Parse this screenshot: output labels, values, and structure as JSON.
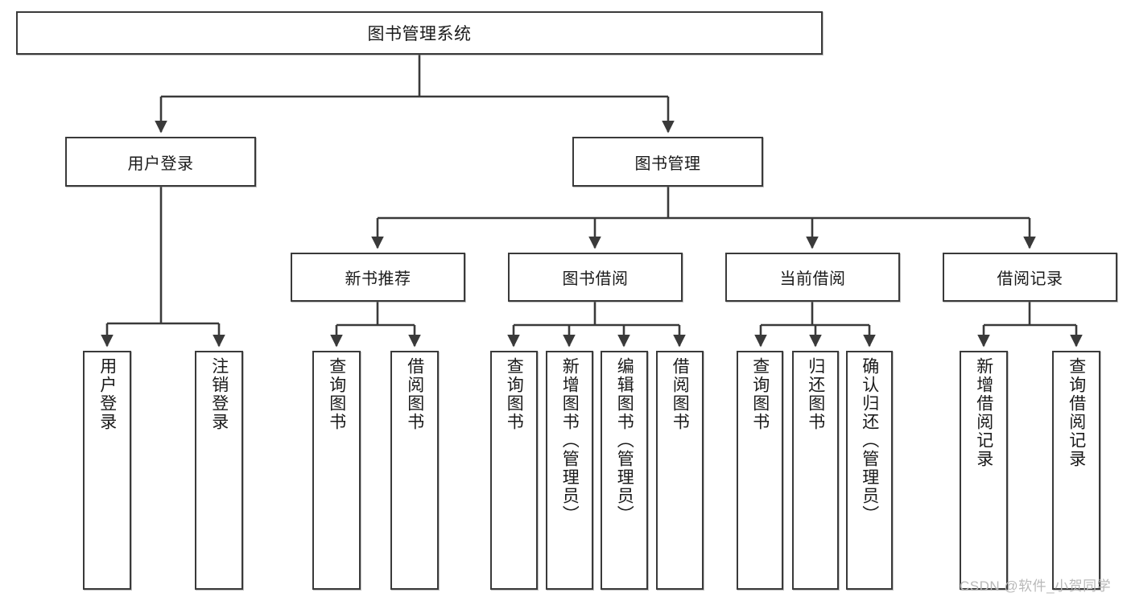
{
  "diagram": {
    "type": "tree-hierarchy",
    "title": "图书管理系统",
    "orientation": "top-down",
    "colors": {
      "box_border": "#3a3a3a",
      "box_fill": "#ffffff",
      "edge": "#3a3a3a",
      "text": "#1a1a1a",
      "watermark": "#b9b9b9"
    },
    "root": {
      "label": "图书管理系统"
    },
    "level2": [
      {
        "label": "用户登录"
      },
      {
        "label": "图书管理"
      }
    ],
    "level3": [
      {
        "label": "新书推荐"
      },
      {
        "label": "图书借阅"
      },
      {
        "label": "当前借阅"
      },
      {
        "label": "借阅记录"
      }
    ],
    "leaves": {
      "user_login": [
        {
          "label": "用户登录"
        },
        {
          "label": "注销登录"
        }
      ],
      "new_book_recommend": [
        {
          "label": "查询图书"
        },
        {
          "label": "借阅图书"
        }
      ],
      "book_borrow": [
        {
          "label": "查询图书"
        },
        {
          "label": "新增图书（管理员）"
        },
        {
          "label": "编辑图书（管理员）"
        },
        {
          "label": "借阅图书"
        }
      ],
      "current_borrow": [
        {
          "label": "查询图书"
        },
        {
          "label": "归还图书"
        },
        {
          "label": "确认归还（管理员）"
        }
      ],
      "borrow_record": [
        {
          "label": "新增借阅记录"
        },
        {
          "label": "查询借阅记录"
        }
      ]
    }
  },
  "watermark": {
    "text": "CSDN @软件_小贺同学"
  }
}
